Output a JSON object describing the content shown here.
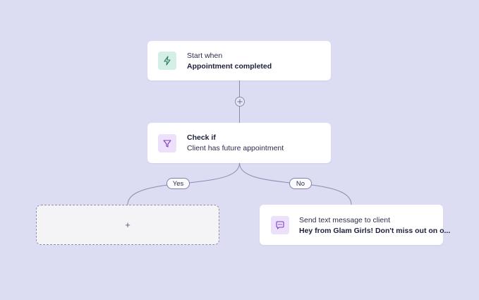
{
  "colors": {
    "background": "#dcdcf3",
    "trigger_icon_bg": "#d4efe5",
    "trigger_icon_fg": "#2f7a5d",
    "condition_icon_bg": "#ede0fa",
    "condition_icon_fg": "#7a3bc4",
    "action_icon_bg": "#ede0fa",
    "action_icon_fg": "#7a3bc4",
    "connector": "#8a8db0"
  },
  "trigger": {
    "icon": "lightning-icon",
    "label": "Start when",
    "value": "Appointment completed"
  },
  "add_step": {
    "icon": "plus-icon"
  },
  "condition": {
    "icon": "funnel-icon",
    "label": "Check if",
    "value": "Client has future appointment"
  },
  "branches": {
    "yes_label": "Yes",
    "no_label": "No"
  },
  "empty_slot": {
    "icon": "plus-icon",
    "symbol": "+"
  },
  "action": {
    "icon": "message-bubble-icon",
    "label": "Send text message to client",
    "value": "Hey from Glam Girls! Don't miss out on o..."
  }
}
